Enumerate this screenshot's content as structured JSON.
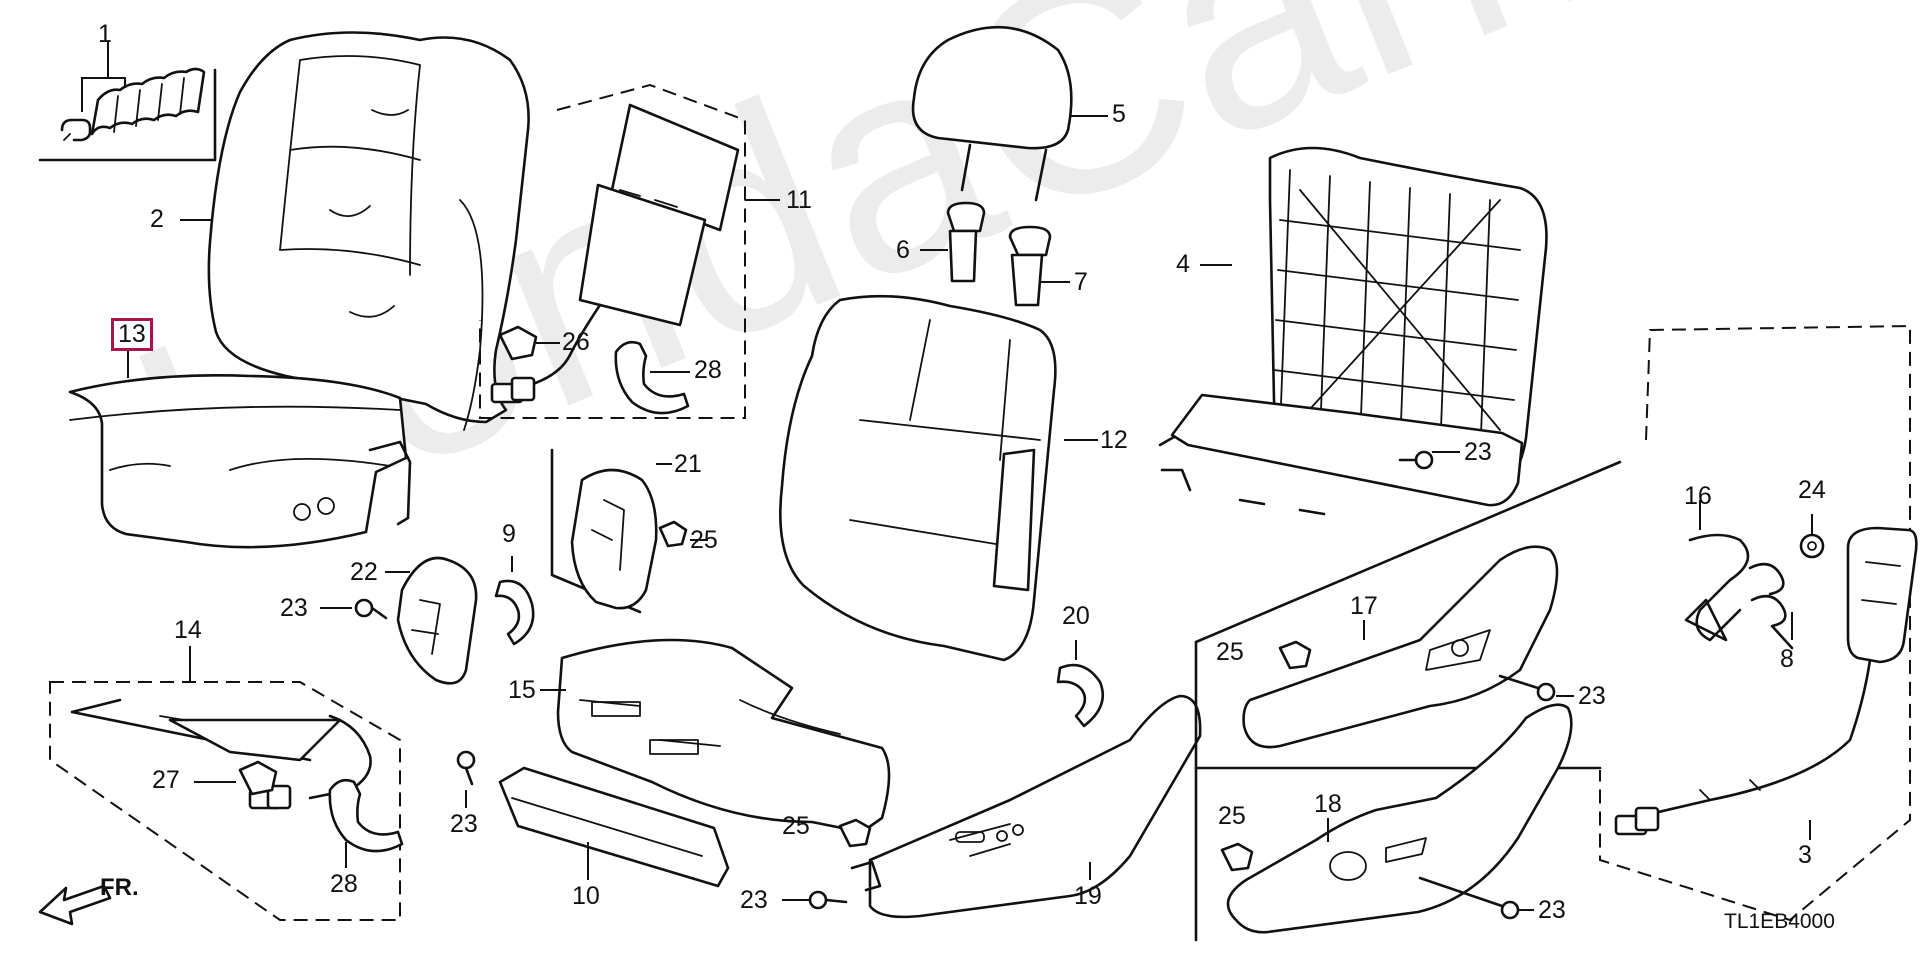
{
  "diagram": {
    "watermark": "HondaCarMine.ru",
    "drawing_code": "TL1EB4000",
    "front_marker": "FR.",
    "callouts": [
      {
        "id": "c1",
        "label": "1"
      },
      {
        "id": "c2",
        "label": "2"
      },
      {
        "id": "c3",
        "label": "3"
      },
      {
        "id": "c4",
        "label": "4"
      },
      {
        "id": "c5",
        "label": "5"
      },
      {
        "id": "c6",
        "label": "6"
      },
      {
        "id": "c7",
        "label": "7"
      },
      {
        "id": "c8",
        "label": "8"
      },
      {
        "id": "c9",
        "label": "9"
      },
      {
        "id": "c10",
        "label": "10"
      },
      {
        "id": "c11",
        "label": "11"
      },
      {
        "id": "c12",
        "label": "12"
      },
      {
        "id": "c13",
        "label": "13"
      },
      {
        "id": "c14",
        "label": "14"
      },
      {
        "id": "c15",
        "label": "15"
      },
      {
        "id": "c16",
        "label": "16"
      },
      {
        "id": "c17",
        "label": "17"
      },
      {
        "id": "c18",
        "label": "18"
      },
      {
        "id": "c19",
        "label": "19"
      },
      {
        "id": "c20",
        "label": "20"
      },
      {
        "id": "c21",
        "label": "21"
      },
      {
        "id": "c22",
        "label": "22"
      },
      {
        "id": "c23a",
        "label": "23"
      },
      {
        "id": "c23b",
        "label": "23"
      },
      {
        "id": "c23c",
        "label": "23"
      },
      {
        "id": "c23d",
        "label": "23"
      },
      {
        "id": "c23e",
        "label": "23"
      },
      {
        "id": "c23f",
        "label": "23"
      },
      {
        "id": "c24",
        "label": "24"
      },
      {
        "id": "c25a",
        "label": "25"
      },
      {
        "id": "c25b",
        "label": "25"
      },
      {
        "id": "c25c",
        "label": "25"
      },
      {
        "id": "c25d",
        "label": "25"
      },
      {
        "id": "c26",
        "label": "26"
      },
      {
        "id": "c27",
        "label": "27"
      },
      {
        "id": "c28a",
        "label": "28"
      },
      {
        "id": "c28b",
        "label": "28"
      }
    ]
  }
}
